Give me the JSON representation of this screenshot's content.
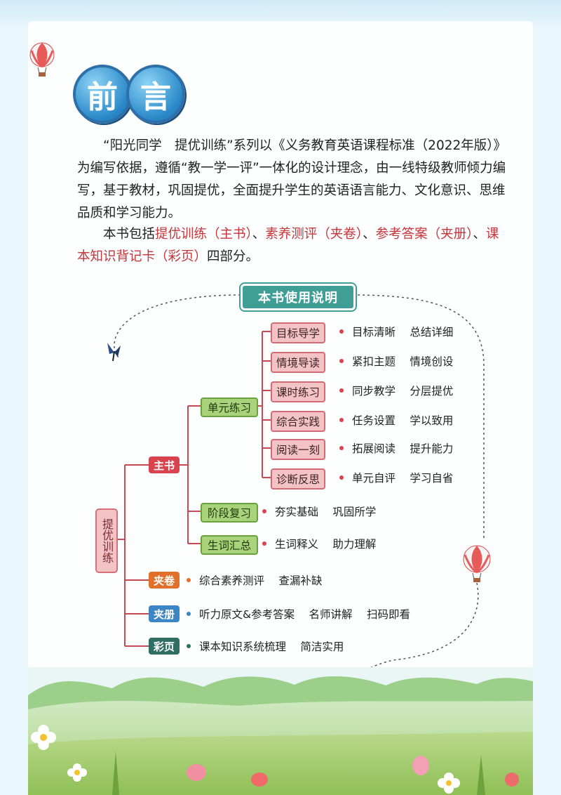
{
  "page": {
    "title": "前言",
    "paragraph1": "“阳光同学　提优训练”系列以《义务教育英语课程标准（2022年版）》为编写依据，遵循“教一学一评”一体化的设计理念，由一线特级教师倾力编写，基于教材，巩固提优，全面提升学生的英语语言能力、文化意识、思维品质和学习能力。",
    "p2_intro": "本书包括",
    "p2_part1": "提优训练（主书）",
    "p2_sep1": "、",
    "p2_part2": "素养测评（夹卷）",
    "p2_sep2": "、",
    "p2_part3": "参考答案（夹册）",
    "p2_sep3": "、",
    "p2_part4": "课本知识背记卡（彩页）",
    "p2_end": "四部分。"
  },
  "diagram": {
    "header": "本书使用说明",
    "root": "提优训练",
    "main_book": "主书",
    "unit_practice": "单元练习",
    "unit_items": [
      {
        "label": "目标导学",
        "desc": "目标清晰　 总结详细"
      },
      {
        "label": "情境导读",
        "desc": "紧扣主题　 情境创设"
      },
      {
        "label": "课时练习",
        "desc": "同步教学　 分层提优"
      },
      {
        "label": "综合实践",
        "desc": "任务设置　 学以致用"
      },
      {
        "label": "阅读一刻",
        "desc": "拓展阅读　 提升能力"
      },
      {
        "label": "诊断反思",
        "desc": "单元自评　 学习自省"
      }
    ],
    "stage_review": {
      "label": "阶段复习",
      "desc": "夯实基础　 巩固所学"
    },
    "vocab": {
      "label": "生词汇总",
      "desc": "生词释义　 助力理解"
    },
    "jiajuan": {
      "label": "夹卷",
      "desc": "综合素养测评　 查漏补缺"
    },
    "jiace": {
      "label": "夹册",
      "desc": "听力原文&参考答案　 名师讲解　 扫码即看"
    },
    "caiye": {
      "label": "彩页",
      "desc": "课本知识系统梳理　 简洁实用"
    }
  },
  "colors": {
    "title_blue": "#2a88c8",
    "highlight_red": "#c8343a",
    "teal": "#3f9e96",
    "main_red": "#d9434d",
    "orange": "#e0702b",
    "blue": "#3d86c6",
    "dark_teal": "#2f6e62",
    "green": "#a9d37a"
  }
}
